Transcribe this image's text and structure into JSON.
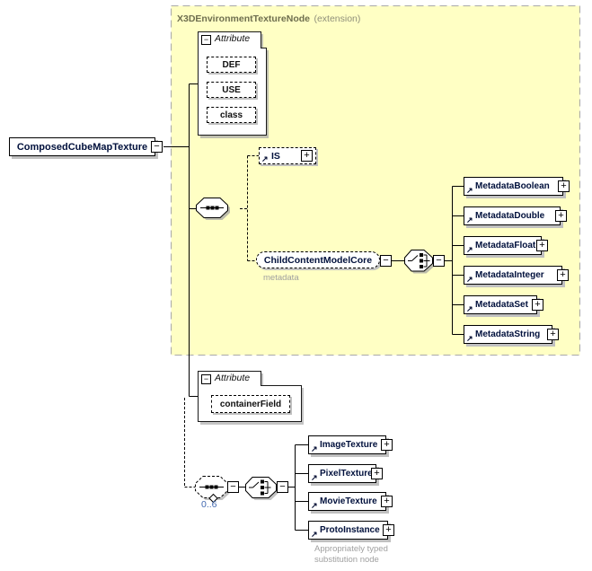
{
  "extension_box": {
    "title": "X3DEnvironmentTextureNode",
    "suffix": "(extension)"
  },
  "root_element": {
    "label": "ComposedCubeMapTexture"
  },
  "attr_group_top": {
    "label": "Attribute",
    "items": [
      {
        "label": "DEF"
      },
      {
        "label": "USE"
      },
      {
        "label": "class"
      }
    ]
  },
  "is_element": {
    "label": "IS"
  },
  "child_content_element": {
    "label": "ChildContentModelCore",
    "annotation": "metadata"
  },
  "metadata_elements": {
    "items": [
      {
        "label": "MetadataBoolean"
      },
      {
        "label": "MetadataDouble"
      },
      {
        "label": "MetadataFloat"
      },
      {
        "label": "MetadataInteger"
      },
      {
        "label": "MetadataSet"
      },
      {
        "label": "MetadataString"
      }
    ]
  },
  "attr_group_bottom": {
    "label": "Attribute",
    "items": [
      {
        "label": "containerField"
      }
    ]
  },
  "substitution_group": {
    "occurrence": "0..6",
    "items": [
      {
        "label": "ImageTexture"
      },
      {
        "label": "PixelTexture"
      },
      {
        "label": "MovieTexture"
      },
      {
        "label": "ProtoInstance"
      }
    ],
    "caption_line1": "Appropriately typed",
    "caption_line2": "substitution node"
  },
  "icons": {
    "collapse": "−",
    "expand": "+",
    "reference_arrow": "↗"
  },
  "colors": {
    "extension_background": "#ffffc4",
    "extension_border": "#a8a8a8",
    "element_text": "#00103c",
    "annotation_text": "#a0a0a0",
    "occurrence_text": "#4168b0",
    "shadow": "#c0c0c0"
  }
}
